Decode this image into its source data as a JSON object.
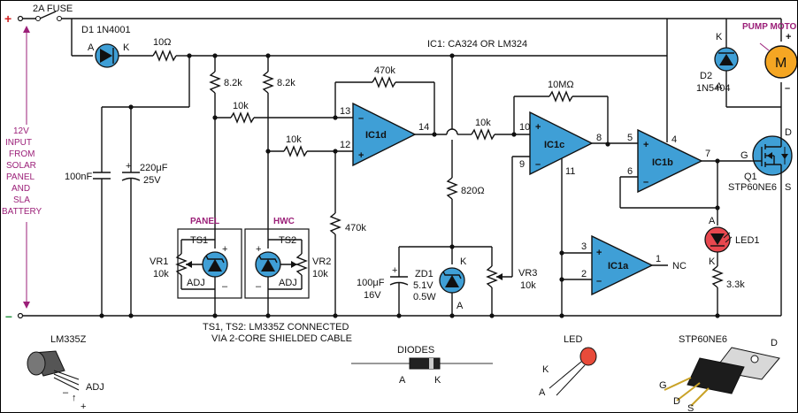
{
  "labels": {
    "fuse": "2A FUSE",
    "d1": "D1 1N4001",
    "r_10ohm": "10Ω",
    "ic_note": "IC1: CA324 OR LM324",
    "pump_motor": "PUMP MOTOR",
    "motor_m": "M",
    "d2": "D2",
    "d2_part": "1N5404",
    "r_8k2_a": "8.2k",
    "r_8k2_b": "8.2k",
    "r_470k_fb": "470k",
    "r_10meg": "10MΩ",
    "r_10k_a": "10k",
    "r_10k_b": "10k",
    "r_10k_c": "10k",
    "ic1d": "IC1d",
    "ic1c": "IC1c",
    "ic1b": "IC1b",
    "ic1a": "IC1a",
    "pin13": "13",
    "pin12": "12",
    "pin14": "14",
    "pin10": "10",
    "pin9": "9",
    "pin8": "8",
    "pin11": "11",
    "pin5": "5",
    "pin6": "6",
    "pin4": "4",
    "pin7": "7",
    "pin3": "3",
    "pin2": "2",
    "pin1": "1",
    "nc": "NC",
    "r_820": "820Ω",
    "r_470k_b": "470k",
    "c_100nf": "100nF",
    "c_220uf": "220μF",
    "c_220uf_v": "25V",
    "c_100uf": "100μF",
    "c_100uf_v": "16V",
    "zd1": "ZD1",
    "zd1_v": "5.1V",
    "zd1_w": "0.5W",
    "vr1": "VR1",
    "vr1_v": "10k",
    "vr2": "VR2",
    "vr2_v": "10k",
    "vr3": "VR3",
    "vr3_v": "10k",
    "ts1": "TS1",
    "ts2": "TS2",
    "panel": "PANEL",
    "hwc": "HWC",
    "adj_a": "ADJ",
    "adj_b": "ADJ",
    "q1": "Q1",
    "q1_part": "STP60NE6",
    "led1": "LED1",
    "r_3k3": "3.3k",
    "input_1": "12V",
    "input_2": "INPUT",
    "input_3": "FROM",
    "input_4": "SOLAR",
    "input_5": "PANEL",
    "input_6": "AND",
    "input_7": "SLA",
    "input_8": "BATTERY",
    "plus": "+",
    "minus": "–",
    "ts_note_1": "TS1, TS2: LM335Z CONNECTED",
    "ts_note_2": "VIA 2-CORE SHIELDED CABLE",
    "lm335z": "LM335Z",
    "diodes": "DIODES",
    "led": "LED",
    "stp": "STP60NE6",
    "a": "A",
    "k": "K",
    "g": "G",
    "d": "D",
    "s": "S"
  }
}
